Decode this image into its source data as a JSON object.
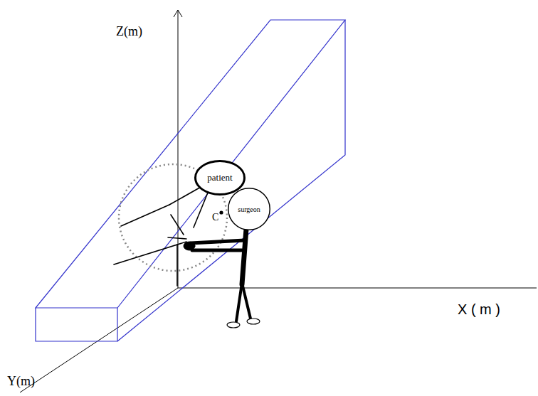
{
  "diagram": {
    "nodes": [
      {
        "text": [
          "patient"
        ]
      },
      {
        "text": [
          "surgeon"
        ]
      }
    ],
    "labels": [
      "Z(m)",
      "C",
      "X ( m )",
      "Y(m)"
    ]
  }
}
